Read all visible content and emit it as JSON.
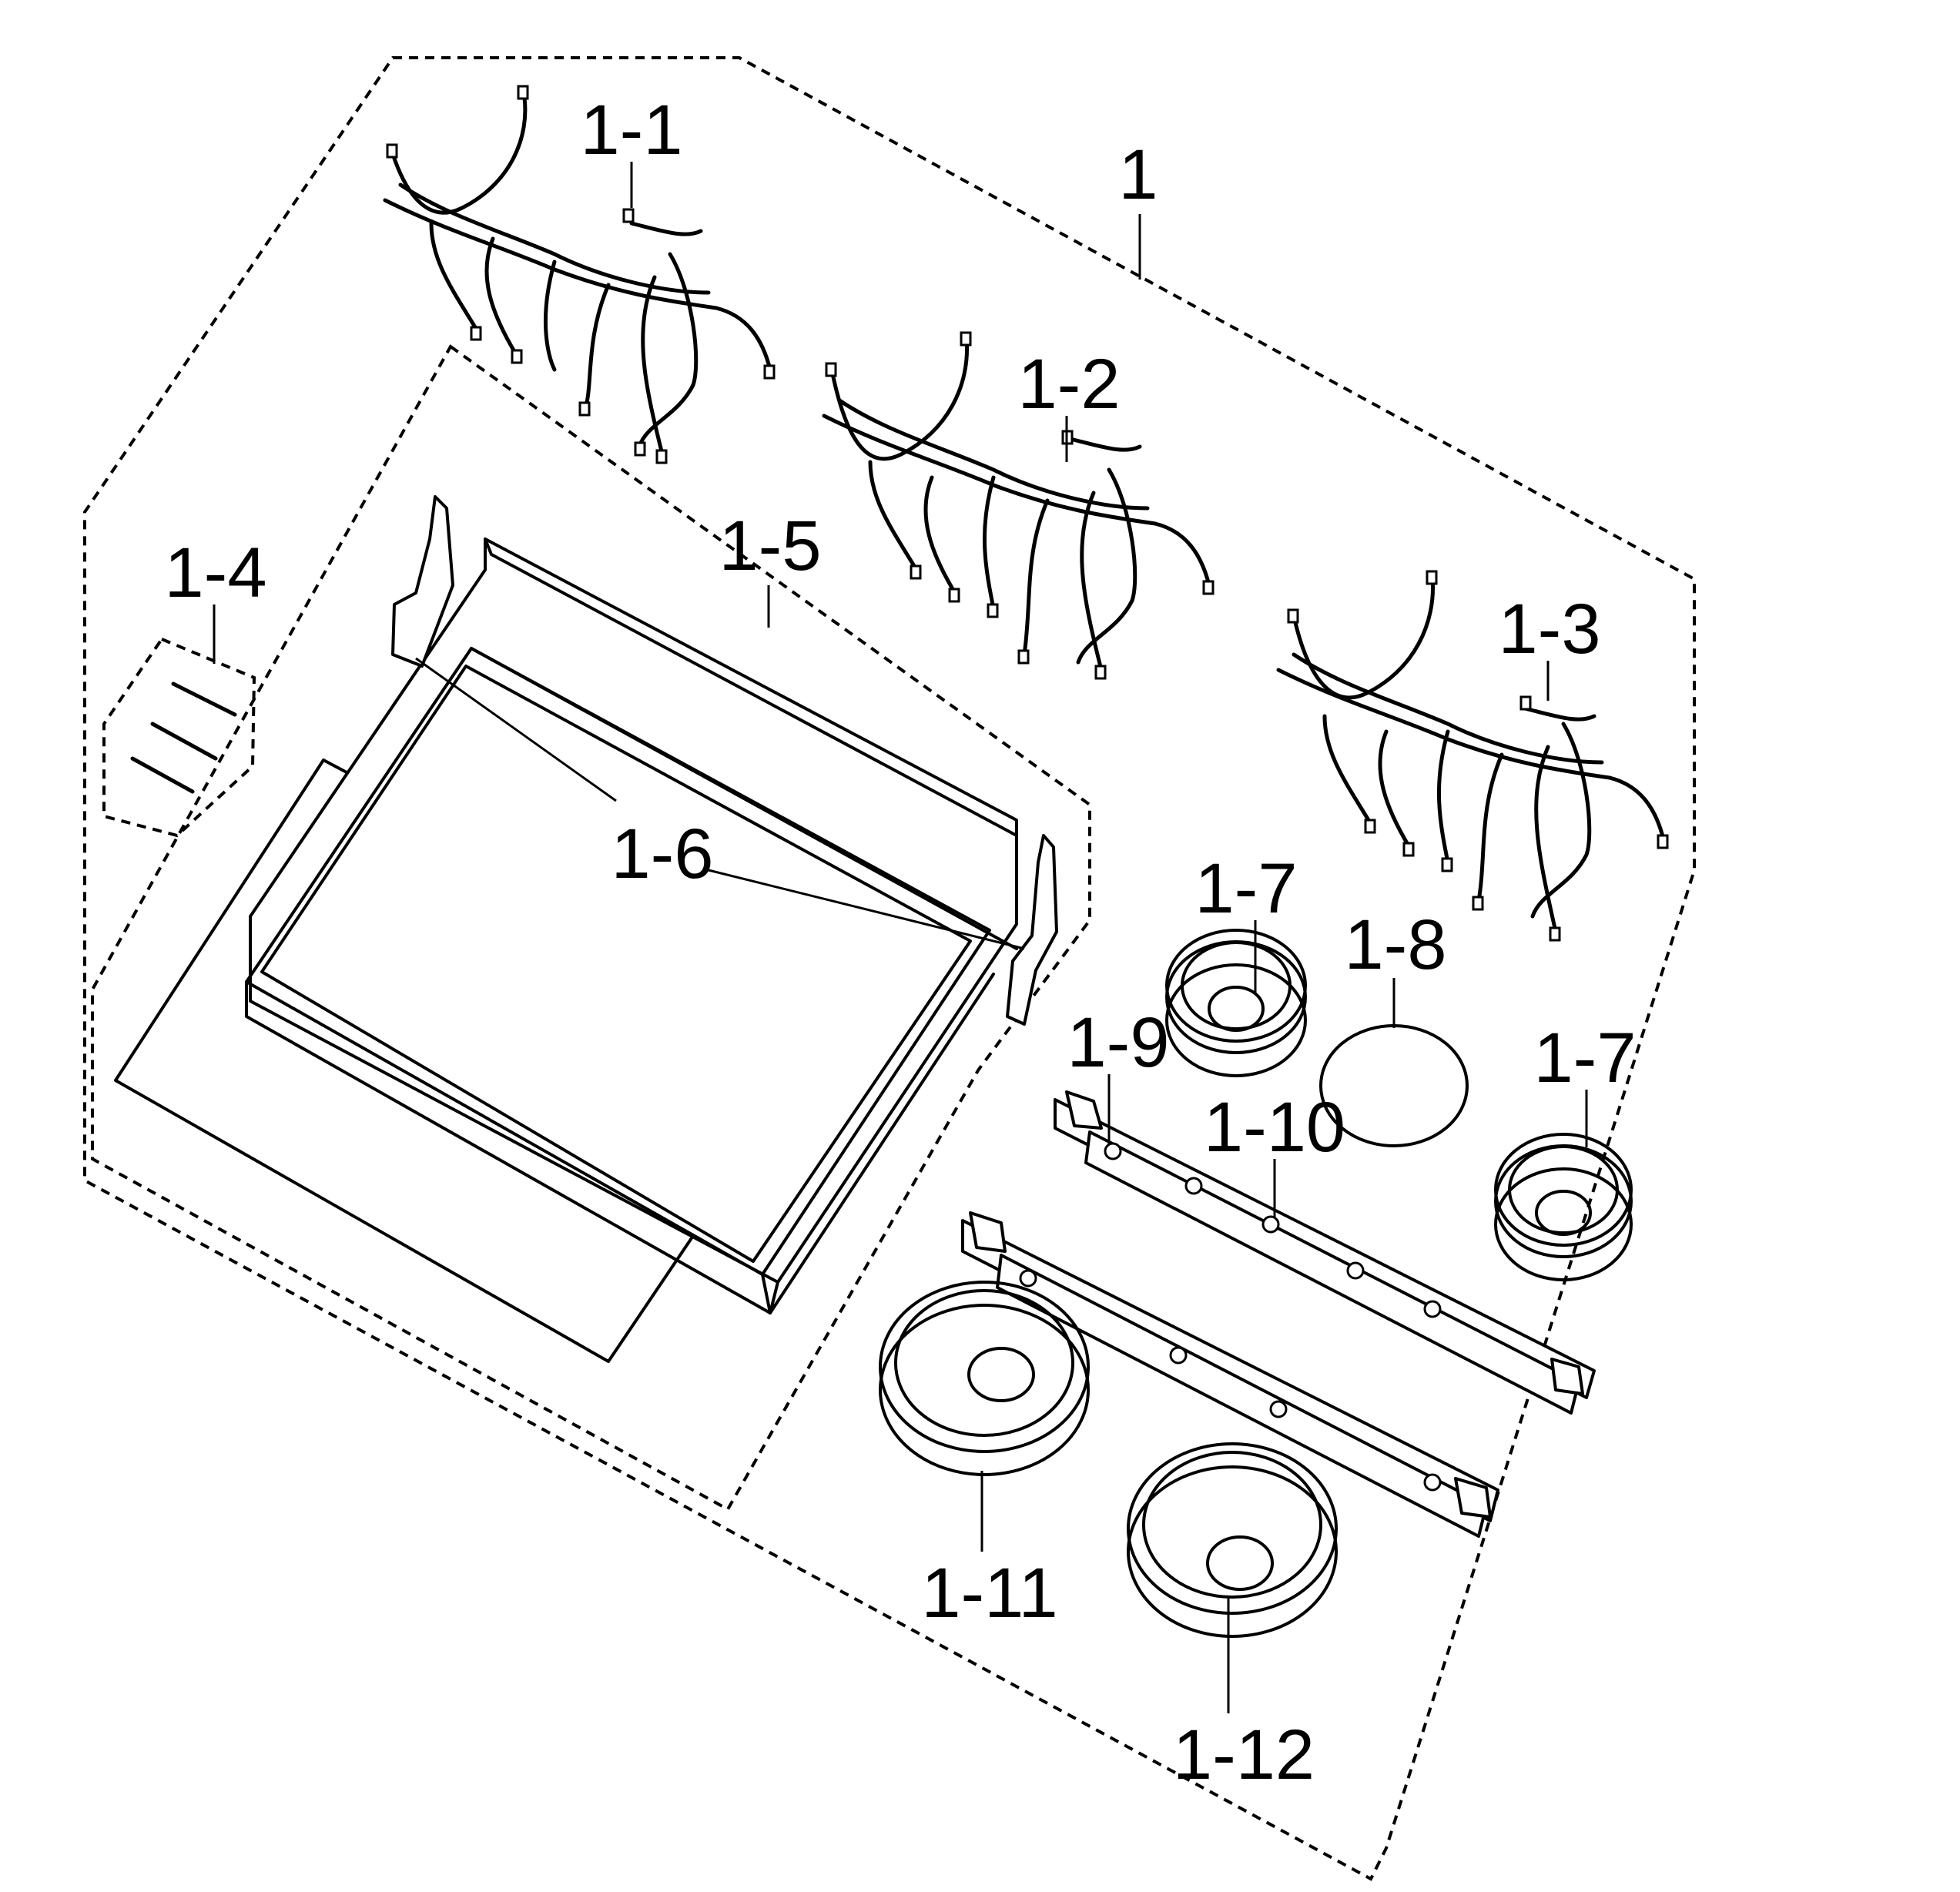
{
  "diagram": {
    "labels": {
      "assembly": "1",
      "wire_harness_1": "1-1",
      "wire_harness_2": "1-2",
      "wire_harness_3": "1-3",
      "strips": "1-4",
      "cooktop_frame": "1-5",
      "brackets": "1-6",
      "burner_ring_7a": "1-7",
      "burner_ring_7b": "1-7",
      "burner_disc": "1-8",
      "bracket_clip": "1-9",
      "control_bar": "1-10",
      "burner_ring_11": "1-11",
      "burner_ring_12": "1-12"
    }
  }
}
